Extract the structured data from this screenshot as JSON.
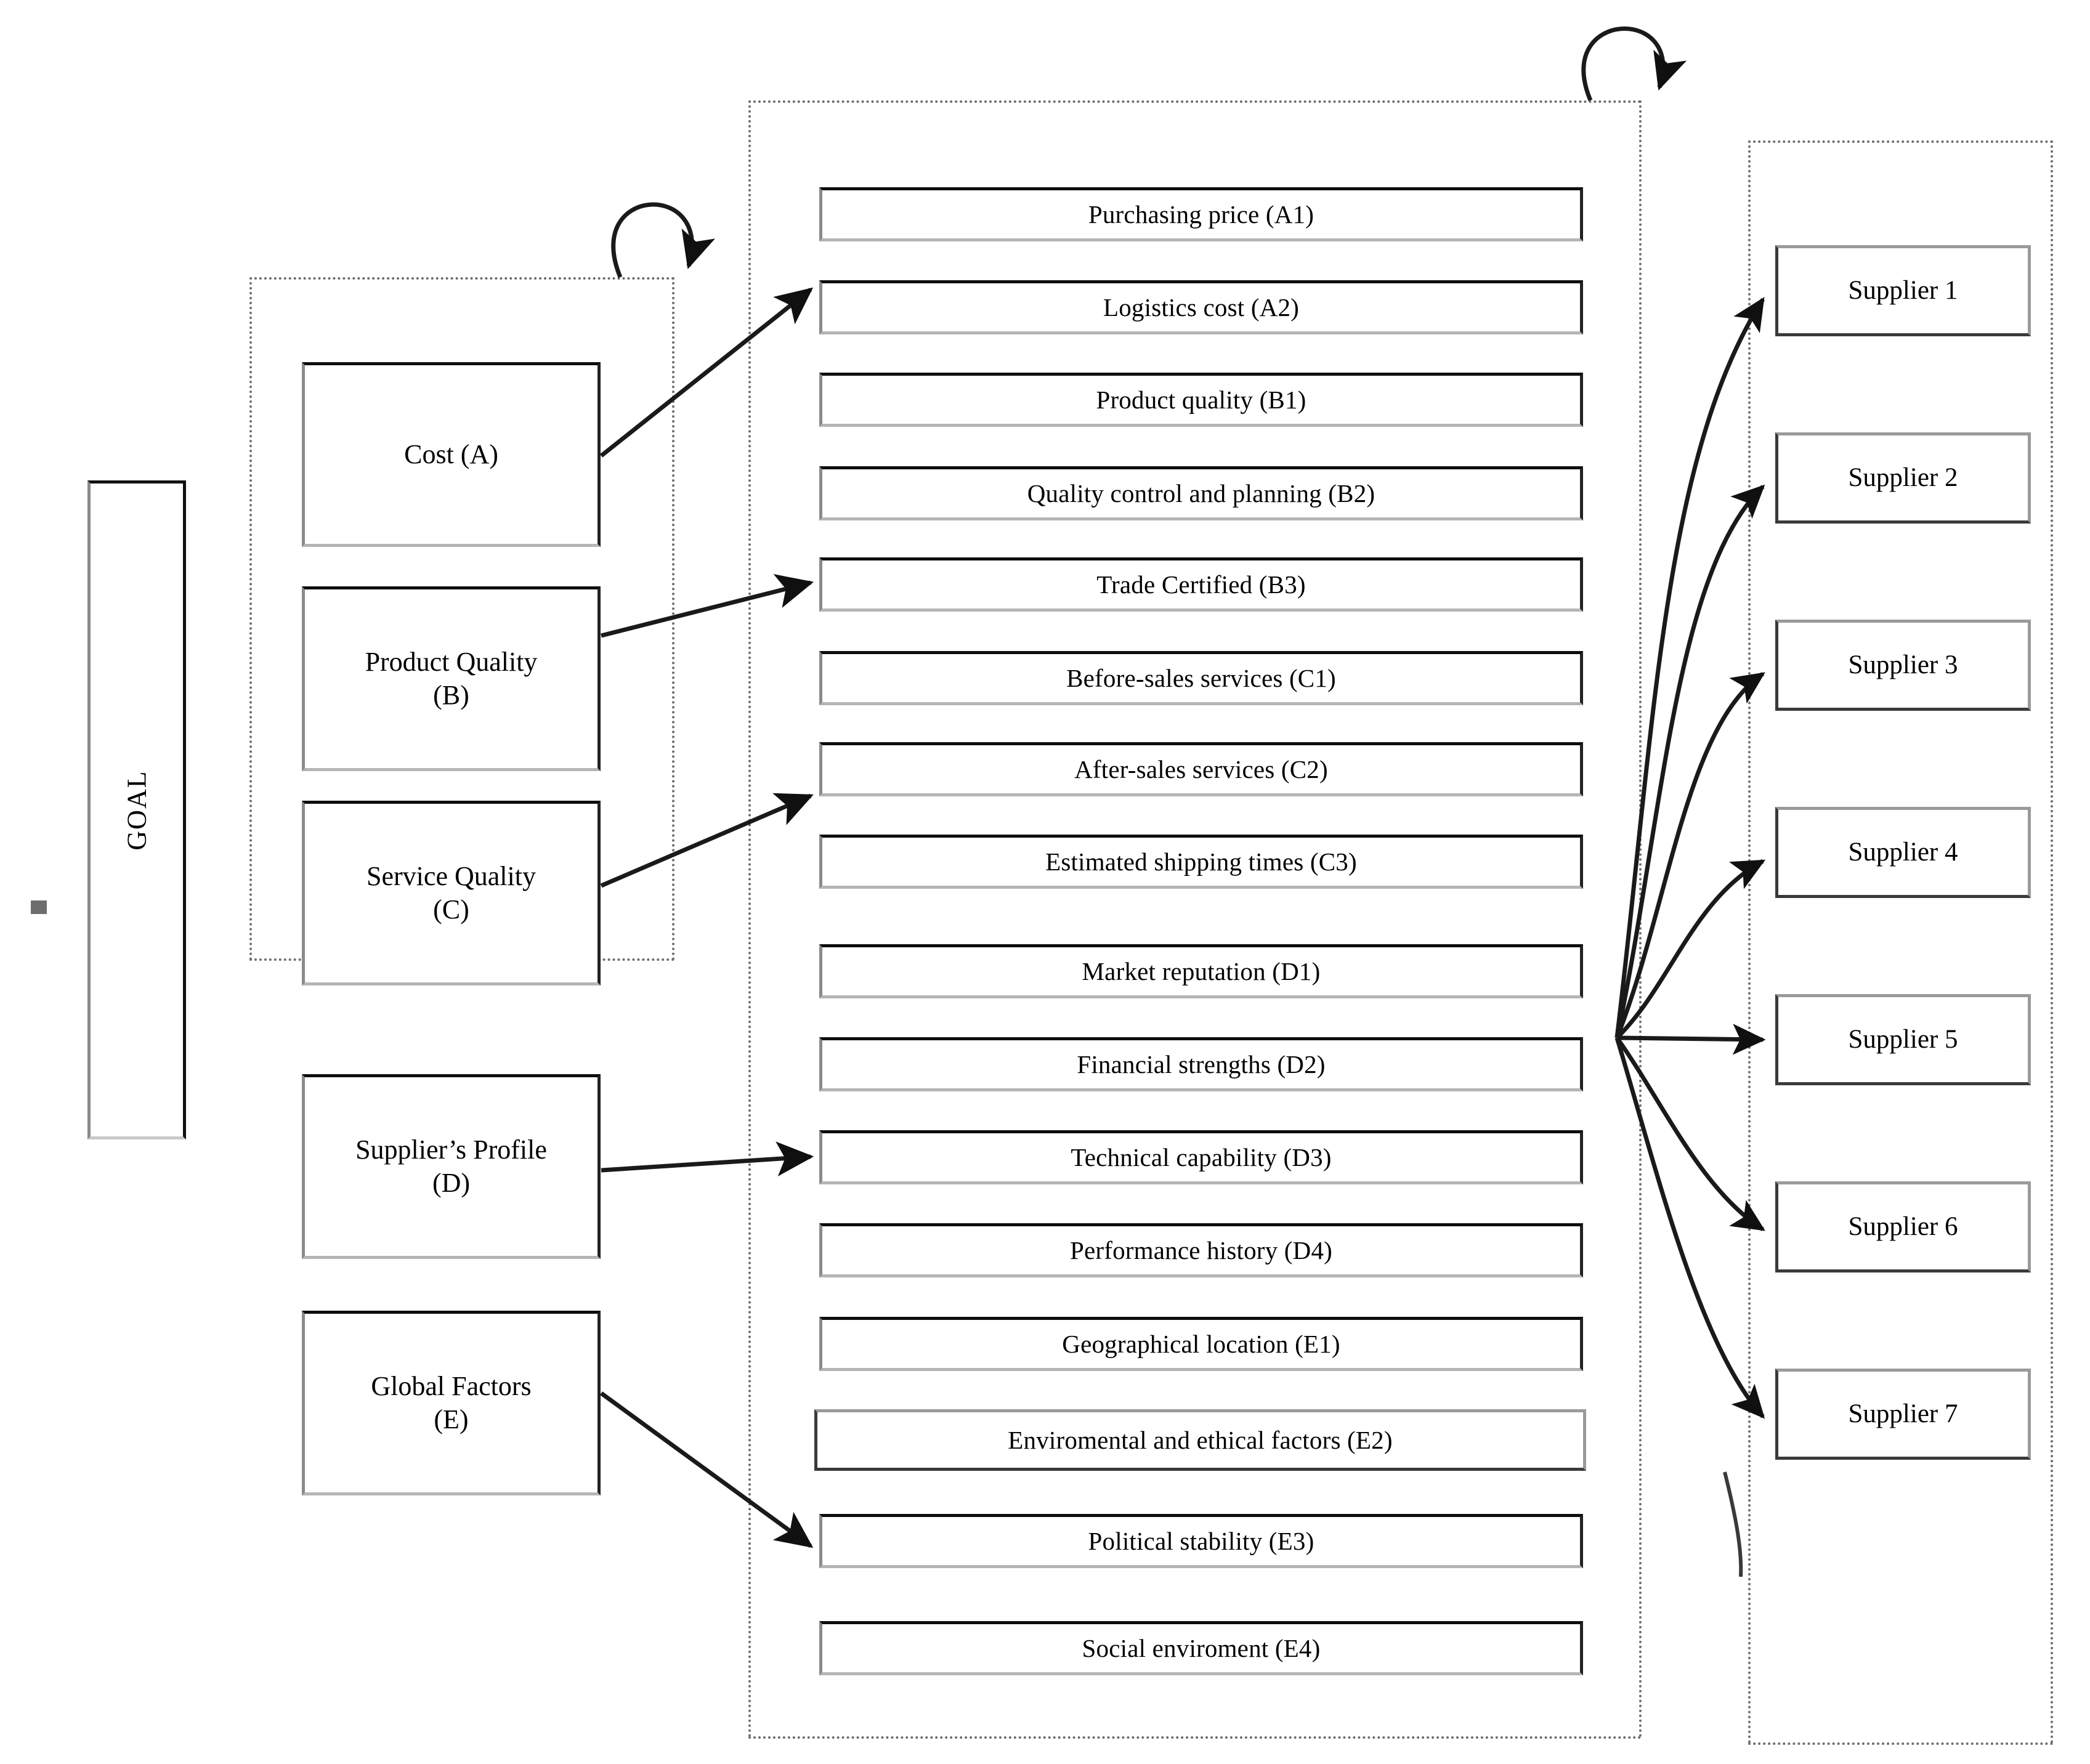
{
  "diagram": {
    "title_goal": "GOAL",
    "clusters": {
      "criteria_label": "criteria-cluster",
      "subcriteria_label": "subcriteria-cluster",
      "alternatives_label": "alternatives-cluster"
    },
    "criteria": [
      {
        "label": "Cost (A)",
        "code": "A"
      },
      {
        "label": "Product Quality\n(B)",
        "code": "B"
      },
      {
        "label": "Service Quality\n(C)",
        "code": "C"
      },
      {
        "label": "Supplier’s Profile\n(D)",
        "code": "D"
      },
      {
        "label": "Global Factors\n(E)",
        "code": "E"
      }
    ],
    "subcriteria": [
      {
        "label": "Purchasing price (A1)",
        "code": "A1"
      },
      {
        "label": "Logistics cost  (A2)",
        "code": "A2"
      },
      {
        "label": "Product quality (B1)",
        "code": "B1"
      },
      {
        "label": "Quality control and planning (B2)",
        "code": "B2"
      },
      {
        "label": "Trade Certified (B3)",
        "code": "B3"
      },
      {
        "label": "Before-sales services (C1)",
        "code": "C1"
      },
      {
        "label": "After-sales services (C2)",
        "code": "C2"
      },
      {
        "label": "Estimated shipping times (C3)",
        "code": "C3"
      },
      {
        "label": "Market reputation (D1)",
        "code": "D1"
      },
      {
        "label": "Financial strengths (D2)",
        "code": "D2"
      },
      {
        "label": "Technical capability (D3)",
        "code": "D3"
      },
      {
        "label": "Performance history (D4)",
        "code": "D4"
      },
      {
        "label": "Geographical location (E1)",
        "code": "E1"
      },
      {
        "label": "Enviromental and ethical factors (E2)",
        "code": "E2"
      },
      {
        "label": "Political stability (E3)",
        "code": "E3"
      },
      {
        "label": "Social enviroment (E4)",
        "code": "E4"
      }
    ],
    "alternatives": [
      {
        "label": "Supplier 1"
      },
      {
        "label": "Supplier 2"
      },
      {
        "label": "Supplier 3"
      },
      {
        "label": "Supplier 4"
      },
      {
        "label": "Supplier 5"
      },
      {
        "label": "Supplier 6"
      },
      {
        "label": "Supplier 7"
      }
    ],
    "connections": {
      "criteria_to_subcriteria": [
        {
          "from": "A",
          "to": "A2"
        },
        {
          "from": "B",
          "to": "B3"
        },
        {
          "from": "C",
          "to": "C2"
        },
        {
          "from": "D",
          "to": "D3"
        },
        {
          "from": "E",
          "to": "E3"
        }
      ],
      "subcriteria_to_alternatives": [
        "Supplier 1",
        "Supplier 2",
        "Supplier 3",
        "Supplier 4",
        "Supplier 5",
        "Supplier 6",
        "Supplier 7"
      ],
      "self_loops": [
        "criteria-cluster",
        "subcriteria-cluster"
      ]
    },
    "colors": {
      "line": "#1a1a1a",
      "cluster_border": "#6d6d6d",
      "node_fill": "#ffffff",
      "text": "#000000",
      "marker": "#6e6e6e"
    }
  }
}
